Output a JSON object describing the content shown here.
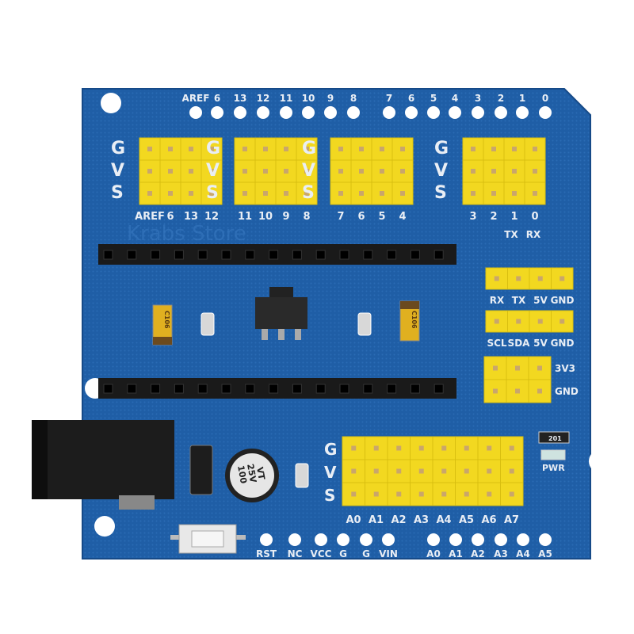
{
  "board": {
    "colors": {
      "pcb": "#1f5ea6",
      "pcb_dark": "#174c8c",
      "header_yellow": "#f2d820",
      "pin": "#c9a66b",
      "silkscreen": "#e9eef5",
      "socket": "#1a1a1a"
    },
    "top_pin_labels": [
      "AREF",
      "6",
      "13",
      "12",
      "11",
      "10",
      "9",
      "8",
      "7",
      "6",
      "5",
      "4",
      "3",
      "2",
      "1",
      "0"
    ],
    "gvs_letters": [
      "G",
      "V",
      "S"
    ],
    "digital_group_labels": [
      [
        "AREF",
        "6",
        "13",
        "12"
      ],
      [
        "11",
        "10",
        "9",
        "8"
      ],
      [
        "7",
        "6",
        "5",
        "4"
      ],
      [
        "3",
        "2",
        "1",
        "0"
      ]
    ],
    "serial_labels": [
      "TX",
      "RX"
    ],
    "uart_header_labels": [
      "RX",
      "TX",
      "5V",
      "GND"
    ],
    "i2c_header_labels": [
      "SCL",
      "SDA",
      "5V",
      "GND"
    ],
    "power_header_labels": [
      "3V3",
      "GND"
    ],
    "analog_header_labels": [
      "A0",
      "A1",
      "A2",
      "A3",
      "A4",
      "A5",
      "A6",
      "A7"
    ],
    "bottom_pin_labels": [
      "RST",
      "NC",
      "VCC",
      "G",
      "G",
      "VIN",
      "A0",
      "A1",
      "A2",
      "A3",
      "A4",
      "A5"
    ],
    "capacitor_marking": [
      "100",
      "25V",
      "VT"
    ],
    "tantalum_marking": "C106",
    "led_label": "PWR",
    "resistor_marking": "201",
    "watermark": "Krabs Store"
  }
}
